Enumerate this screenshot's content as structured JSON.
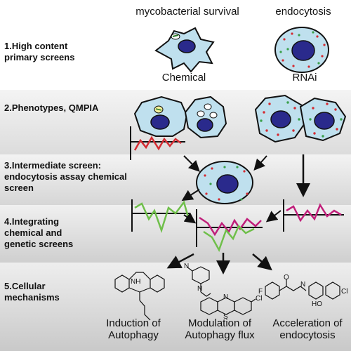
{
  "headers": {
    "mycobacterial_survival": "mycobacterial survival",
    "endocytosis": "endocytosis",
    "chemical": "Chemical",
    "rnai": "RNAi"
  },
  "steps": {
    "s1": "1.High content primary screens",
    "s2": "2.Phenotypes, QMPIA",
    "s3": "3.Intermediate screen: endocytosis assay chemical screen",
    "s4": "4.Integrating chemical and genetic screens",
    "s5": "5.Cellular mechanisms"
  },
  "mechanisms": {
    "m1": "Induction of Autophagy",
    "m2": "Modulation of Autophagy flux",
    "m3": "Acceleration of endocytosis"
  },
  "molecule_labels": {
    "cl_left": "Cl",
    "cl_right": "Cl",
    "n_top": "N",
    "n_mid": "N",
    "n_ring": "N",
    "s_ring": "S",
    "nh": "NH",
    "f": "F",
    "o": "O",
    "n_pip": "N",
    "oh": "HO"
  },
  "colors": {
    "cell_fill": "#bfe0ee",
    "nucleus": "#2a2a8c",
    "red_trace": "#d42b32",
    "green_trace": "#6fbf4a",
    "magenta_trace": "#c01f7a"
  }
}
